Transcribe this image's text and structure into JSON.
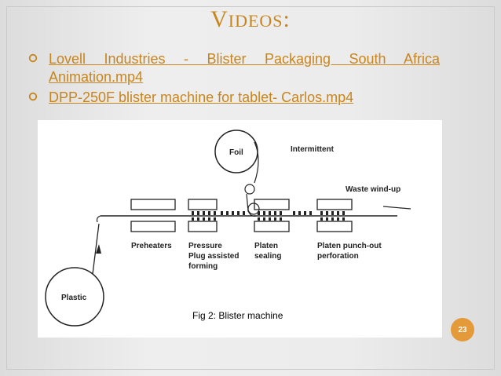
{
  "slide": {
    "title_first": "V",
    "title_rest": "IDEOS",
    "title_colon": ":",
    "bullets": [
      "Lovell Industries - Blister Packaging South Africa Animation.mp4",
      "DPP-250F blister machine for tablet- Carlos.mp4"
    ],
    "page_number": "23",
    "accent_color": "#c8851d",
    "bullet_icon": "circle-bullet-icon"
  },
  "figure": {
    "labels": {
      "foil": "Foil",
      "intermittent": "Intermittent",
      "waste": "Waste wind-up",
      "preheaters": "Preheaters",
      "pressure_1": "Pressure",
      "pressure_2": "Plug assisted",
      "pressure_3": "forming",
      "platen_1": "Platen",
      "platen_2": "sealing",
      "punch_1": "Platen punch-out",
      "punch_2": "perforation",
      "plastic": "Plastic"
    },
    "caption": "Fig 2: Blister machine"
  }
}
